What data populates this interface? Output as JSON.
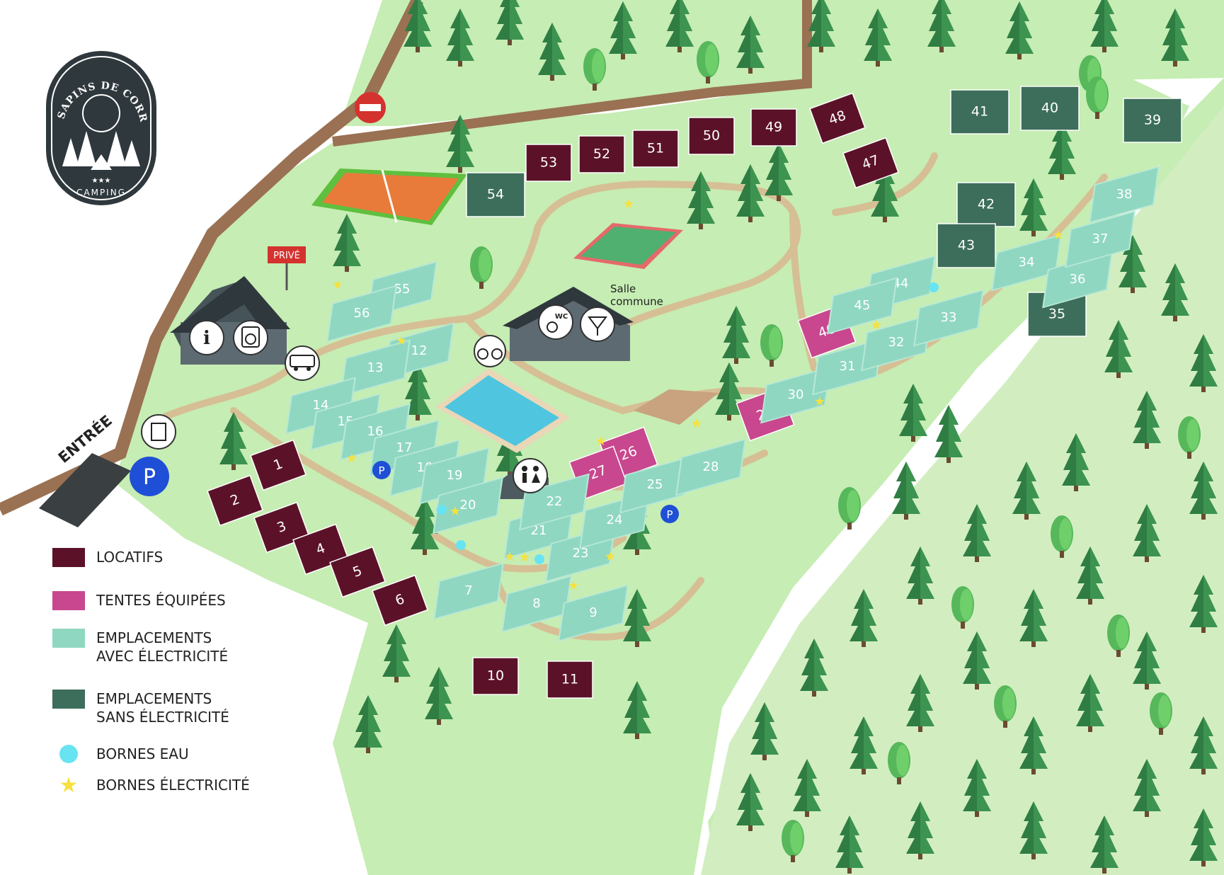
{
  "logo": {
    "name": "LES SAPINS DE CORRÈZE",
    "subtitle": "CAMPING",
    "stars": "★★★"
  },
  "labels": {
    "entree": "ENTRÉE",
    "prive": "PRIVÉ",
    "salle_commune": "Salle\ncommune"
  },
  "colors": {
    "locatifs": "#5b1229",
    "tentes_equipees": "#c8478e",
    "avec_electricite": "#8fd7c1",
    "sans_electricite": "#3d6e5b",
    "bornes_eau": "#68e3f2",
    "bornes_electricite": "#f6e13d",
    "grass": "#c6edb3",
    "path": "#d6bf95",
    "road": "#9a7152",
    "forest": "#3e8a48"
  },
  "legend": [
    {
      "key": "locatifs",
      "label": "LOCATIFS",
      "kind": "swatch"
    },
    {
      "key": "tentes_equipees",
      "label": "TENTES ÉQUIPÉES",
      "kind": "swatch"
    },
    {
      "key": "avec_electricite",
      "label": "EMPLACEMENTS\nAVEC ÉLECTRICITÉ",
      "kind": "swatch"
    },
    {
      "key": "sans_electricite",
      "label": "EMPLACEMENTS\nSANS ÉLECTRICITÉ",
      "kind": "swatch"
    },
    {
      "key": "bornes_eau",
      "label": "BORNES EAU",
      "kind": "dot"
    },
    {
      "key": "bornes_electricite",
      "label": "BORNES ÉLECTRICITÉ",
      "kind": "star"
    }
  ],
  "icons": [
    "no-entry-icon",
    "info-icon",
    "laundry-icon",
    "camper-van-icon",
    "recycling-bin-icon",
    "parking-icon",
    "bicycle-icon",
    "wc-icon",
    "wheelchair-icon",
    "bar-icon",
    "toilets-icon"
  ],
  "lots": {
    "locatifs": [
      "1",
      "2",
      "3",
      "4",
      "5",
      "6",
      "10",
      "11",
      "47",
      "48",
      "49",
      "50",
      "51",
      "52",
      "53"
    ],
    "tentes_equipees": [
      "26",
      "27",
      "29",
      "46"
    ],
    "sans_electricite": [
      "35",
      "39",
      "40",
      "41",
      "42",
      "43",
      "54"
    ],
    "avec_electricite": [
      "7",
      "8",
      "9",
      "12",
      "13",
      "14",
      "15",
      "16",
      "17",
      "18",
      "19",
      "20",
      "21",
      "22",
      "23",
      "24",
      "25",
      "28",
      "30",
      "31",
      "32",
      "33",
      "34",
      "36",
      "37",
      "38",
      "44",
      "45",
      "55",
      "56"
    ]
  }
}
